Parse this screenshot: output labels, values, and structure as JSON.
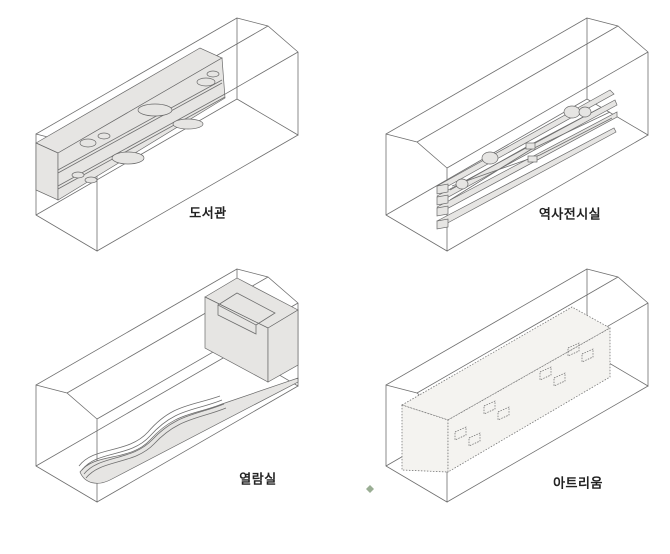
{
  "panels": [
    {
      "id": "library",
      "label": "도서관"
    },
    {
      "id": "history-exhibition",
      "label": "역사전시실"
    },
    {
      "id": "reading-room",
      "label": "열람실"
    },
    {
      "id": "atrium",
      "label": "아트리움"
    }
  ],
  "colors": {
    "wireframe": "#6f6f6f",
    "volume_fill": "#e6e5e3",
    "atrium_fill": "#f4f3f0",
    "marker": "#9aae94"
  }
}
